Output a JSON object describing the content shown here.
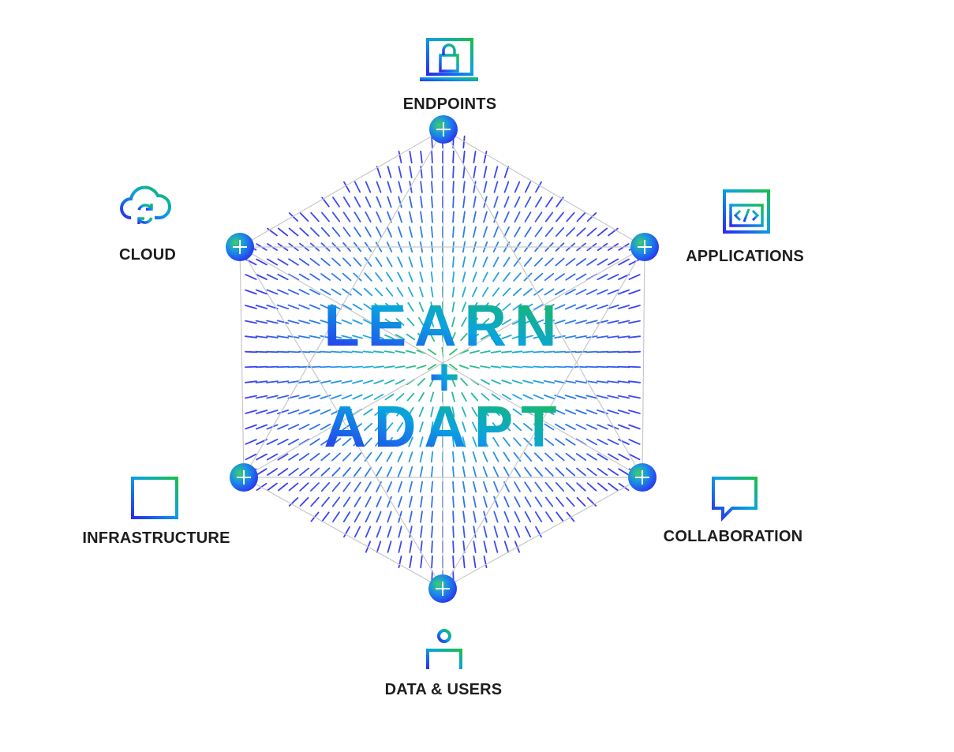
{
  "center": {
    "line1": "LEARN",
    "plus": "+",
    "line2": "ADAPT"
  },
  "nodes": [
    {
      "key": "endpoints",
      "label": "ENDPOINTS",
      "icon": "laptop-lock-icon"
    },
    {
      "key": "applications",
      "label": "APPLICATIONS",
      "icon": "code-window-icon"
    },
    {
      "key": "collaboration",
      "label": "COLLABORATION",
      "icon": "chat-bubble-icon"
    },
    {
      "key": "data_users",
      "label": "DATA & USERS",
      "icon": "user-icon"
    },
    {
      "key": "infrastructure",
      "label": "INFRASTRUCTURE",
      "icon": "server-rack-icon"
    },
    {
      "key": "cloud",
      "label": "CLOUD",
      "icon": "cloud-sync-icon"
    }
  ],
  "colors": {
    "blue": "#2b2bf0",
    "cyan": "#0aa3e0",
    "green": "#1bbf4a",
    "text": "#1d1d1f",
    "line": "#c8c8c8"
  }
}
